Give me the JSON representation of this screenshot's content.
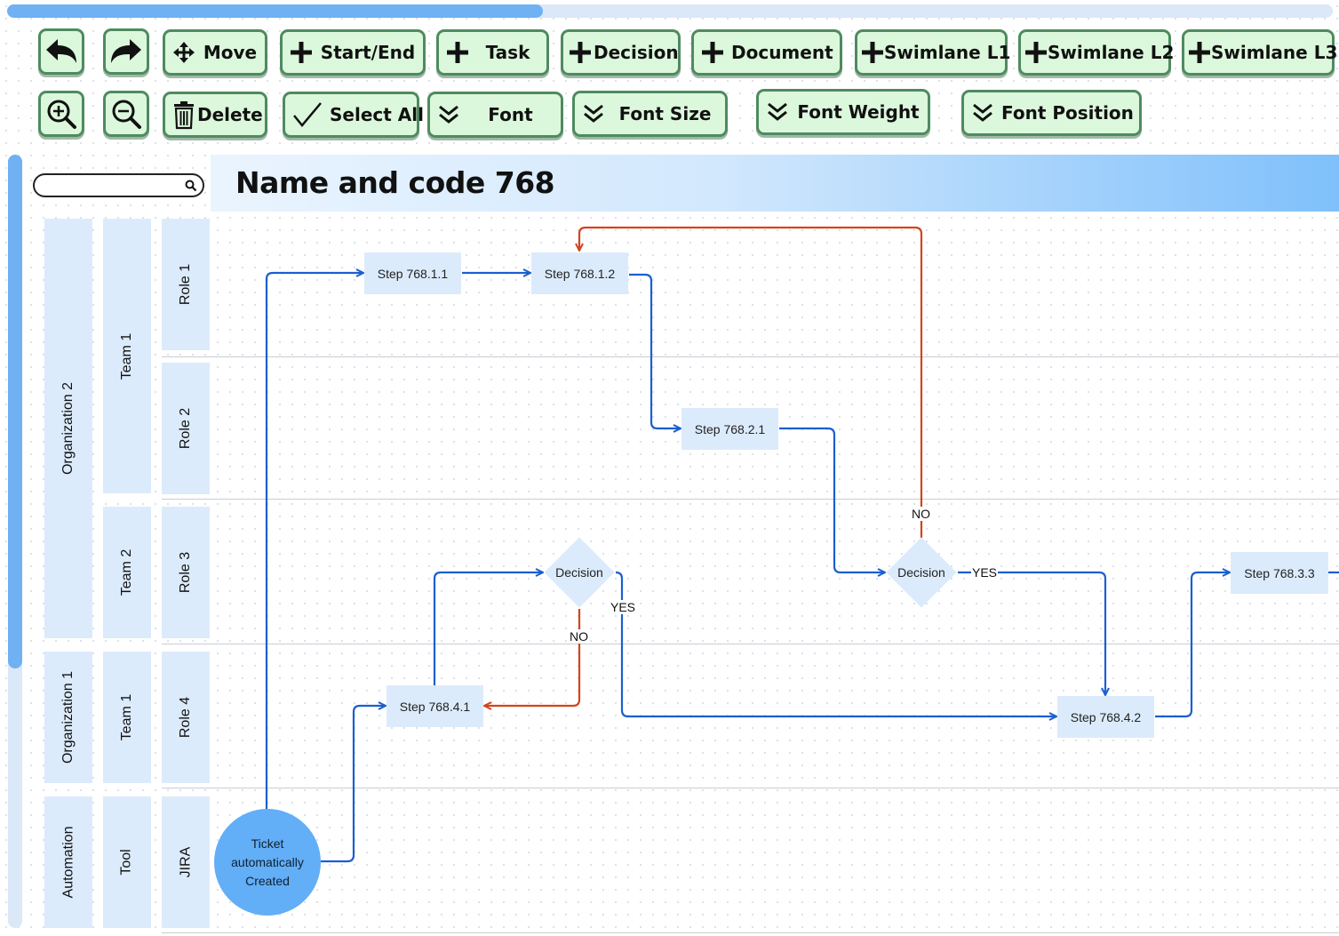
{
  "toolbar": {
    "undo_icon": "undo-arrow-icon",
    "redo_icon": "redo-arrow-icon",
    "move": "Move",
    "start_end": "Start/End",
    "task": "Task",
    "decision": "Decision",
    "document": "Document",
    "swimlane_l1": "Swimlane L1",
    "swimlane_l2": "Swimlane L2",
    "swimlane_l3": "Swimlane L3",
    "zoom_in_icon": "zoom-in-icon",
    "zoom_out_icon": "zoom-out-icon",
    "delete": "Delete",
    "select_all": "Select All",
    "font": "Font",
    "font_size": "Font Size",
    "font_weight": "Font Weight",
    "font_position": "Font Position"
  },
  "search": {
    "value": "",
    "placeholder": ""
  },
  "diagram": {
    "title": "Name and code 768",
    "lanes": {
      "l1": [
        "Organization 2",
        "Organization 1",
        "Automation"
      ],
      "l2": [
        "Team 1",
        "Team 2",
        "Team 1",
        "Tool"
      ],
      "l3": [
        "Role 1",
        "Role 2",
        "Role 3",
        "Role 4",
        "JIRA"
      ]
    },
    "nodes": {
      "step_1_1": "Step 768.1.1",
      "step_1_2": "Step 768.1.2",
      "step_2_1": "Step 768.2.1",
      "step_3_3": "Step 768.3.3",
      "step_4_1": "Step 768.4.1",
      "step_4_2": "Step 768.4.2",
      "decision_a": "Decision",
      "decision_b": "Decision",
      "start": "Ticket automatically Created"
    },
    "edge_labels": {
      "a_no": "NO",
      "a_yes": "YES",
      "b_no": "NO",
      "b_yes": "YES"
    }
  },
  "colors": {
    "accent_blue": "#1a5fd0",
    "no_path_red": "#d4441c",
    "button_bg": "#dcf8dc",
    "lane_bg": "#dcebfc",
    "start_node": "#62aef7"
  }
}
